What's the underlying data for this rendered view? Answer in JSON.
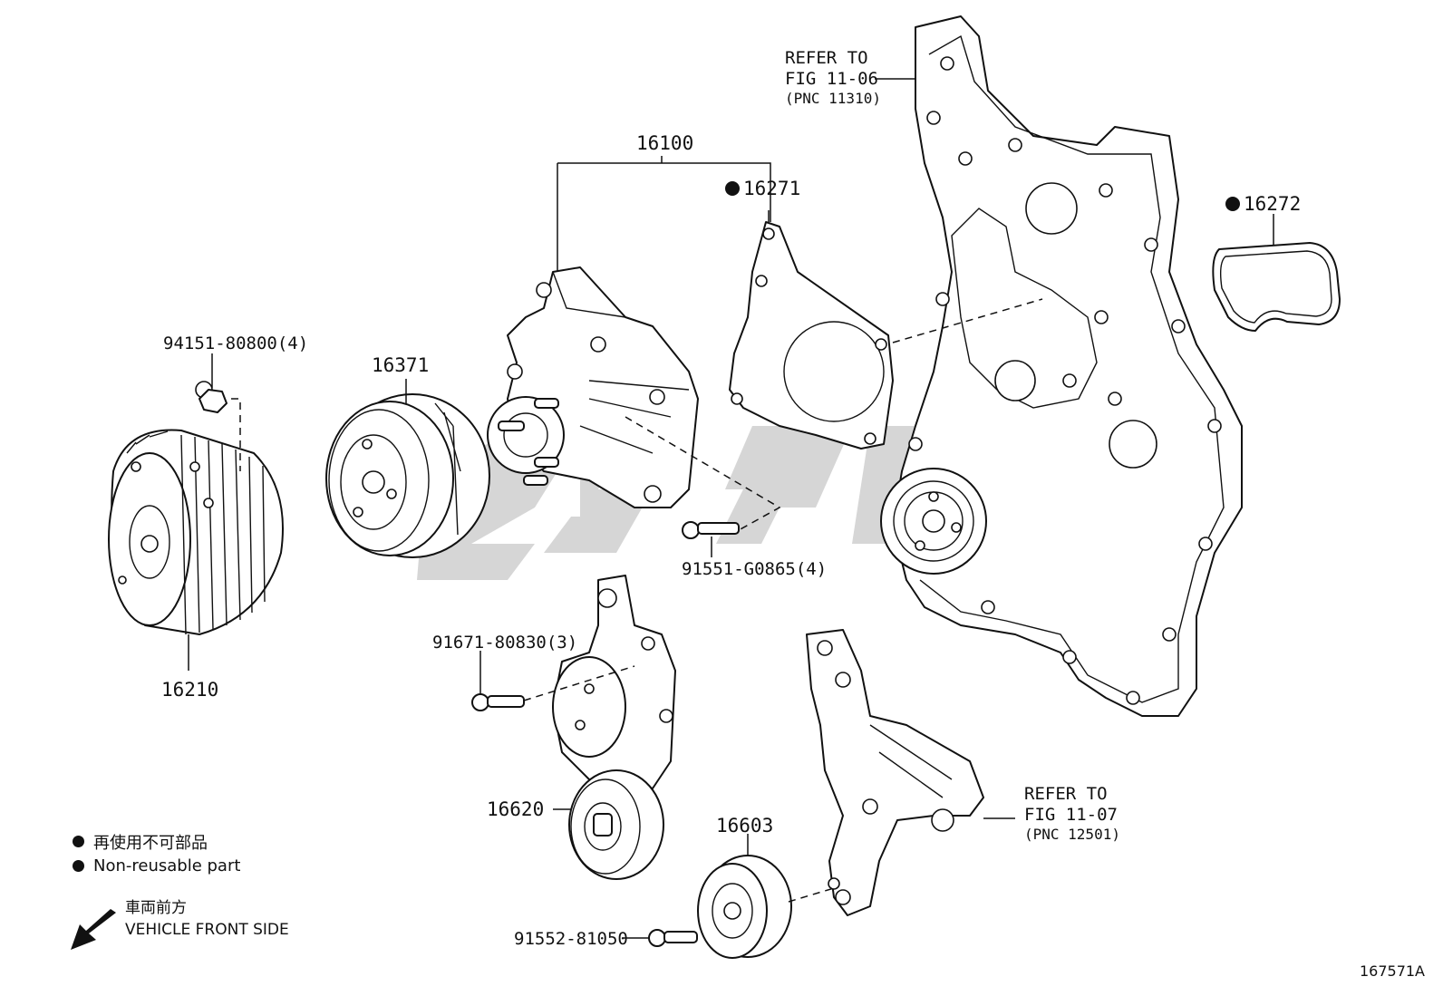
{
  "parts": {
    "p16100": "16100",
    "p16271": "16271",
    "p16272": "16272",
    "p16371": "16371",
    "p16210": "16210",
    "p16620": "16620",
    "p16603": "16603",
    "n94151": "94151-80800(4)",
    "n91551": "91551-G0865(4)",
    "n91671": "91671-80830(3)",
    "n91552": "91552-81050"
  },
  "refs": {
    "top": {
      "l1": "REFER TO",
      "l2": "FIG 11-06",
      "l3": "(PNC 11310)"
    },
    "bottom": {
      "l1": "REFER TO",
      "l2": "FIG 11-07",
      "l3": "(PNC 12501)"
    }
  },
  "legend": {
    "jp": "再使用不可部品",
    "en": "Non-reusable part"
  },
  "front": {
    "jp": "車両前方",
    "en": "VEHICLE FRONT SIDE"
  },
  "figure_number": "167571A",
  "colors": {
    "line": "#111111",
    "background": "#ffffff",
    "watermark": "#c8c8c8"
  }
}
